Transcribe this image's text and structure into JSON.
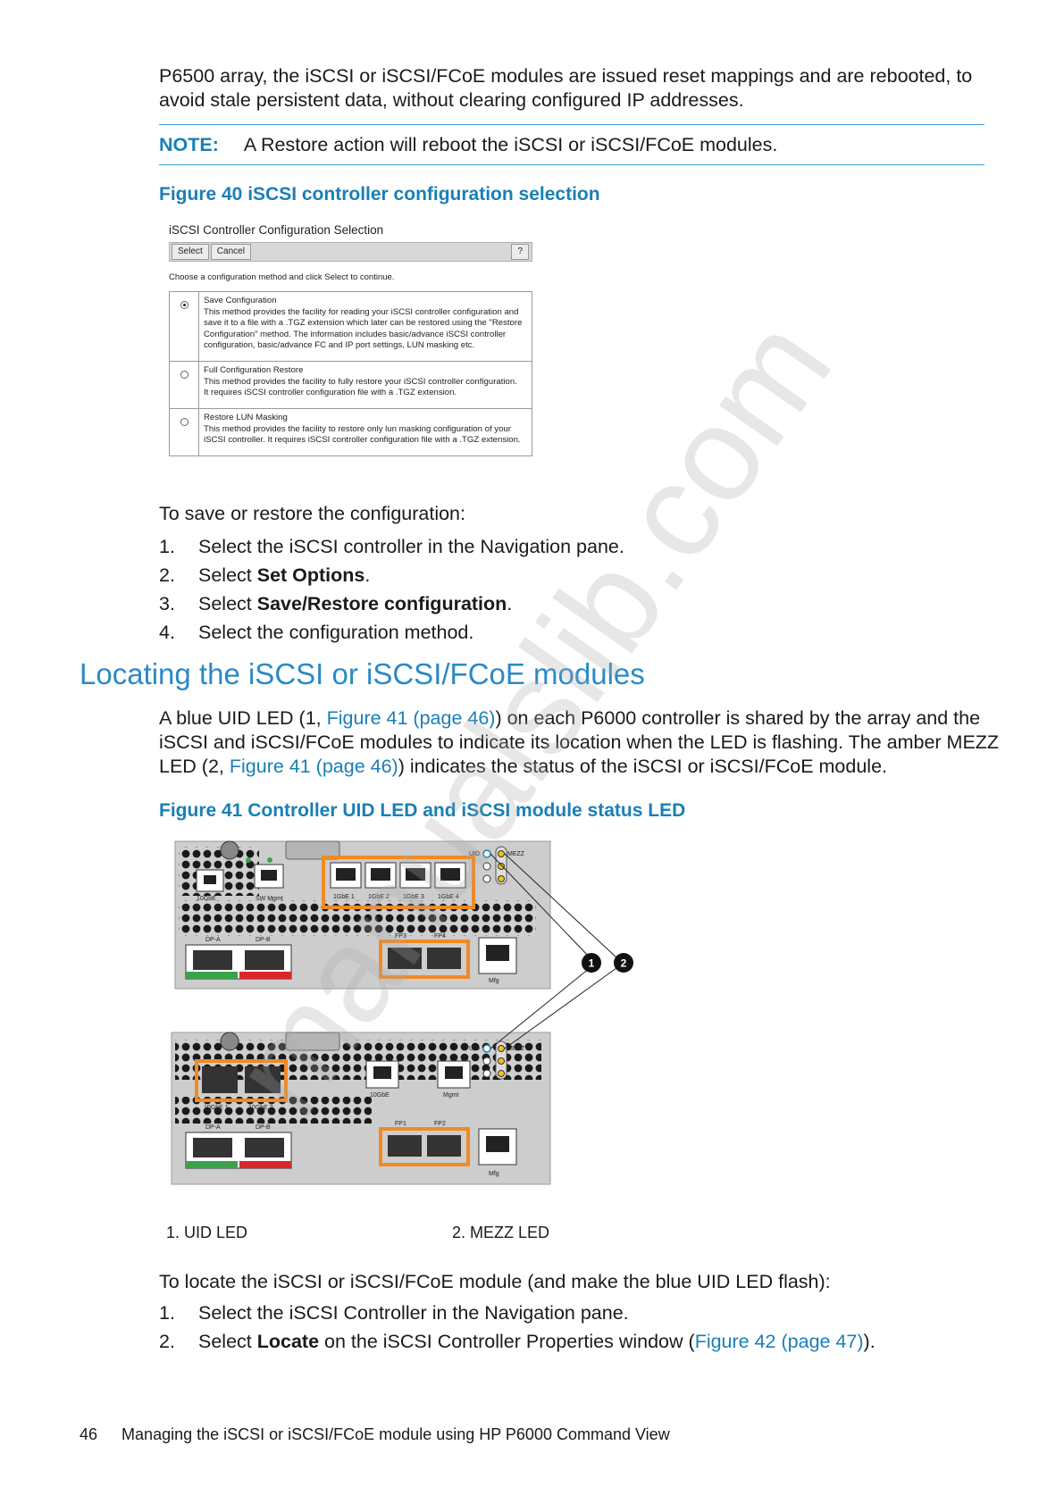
{
  "intro": {
    "line1": "P6500 array, the iSCSI or iSCSI/FCoE modules are issued reset mappings and are rebooted, to",
    "line2": "avoid stale persistent data, without clearing configured IP addresses."
  },
  "note": {
    "label": "NOTE:",
    "text": "A Restore action will reboot the iSCSI or iSCSI/FCoE modules."
  },
  "figure40": {
    "caption": "Figure 40 iSCSI controller configuration selection",
    "dialog": {
      "title": "iSCSI Controller Configuration Selection",
      "buttons": {
        "select": "Select",
        "cancel": "Cancel",
        "help": "?"
      },
      "instruction": "Choose a configuration method and click Select to continue.",
      "options": [
        {
          "selected": true,
          "title": "Save Configuration",
          "lines": [
            "This method provides the facility for reading your iSCSI controller configuration and",
            "save it to a file with a .TGZ extension which later can be restored using the \"Restore",
            "Configuration\" method. The information includes basic/advance iSCSI controller",
            "configuration, basic/advance FC and IP port settings, LUN masking etc."
          ]
        },
        {
          "selected": false,
          "title": "Full Configuration Restore",
          "lines": [
            "This method provides the facility to fully restore your iSCSI controller configuration.",
            "It requires iSCSI controller configuration file with a .TGZ extension."
          ]
        },
        {
          "selected": false,
          "title": "Restore LUN Masking",
          "lines": [
            "This method provides the facility to restore only lun masking configuration of your",
            "iSCSI controller. It requires iSCSI controller configuration file with a .TGZ extension."
          ]
        }
      ]
    }
  },
  "save_restore": {
    "intro": "To save or restore the configuration:",
    "steps": [
      {
        "num": "1.",
        "pre": "Select the iSCSI controller in the Navigation pane.",
        "bold": "",
        "post": ""
      },
      {
        "num": "2.",
        "pre": "Select ",
        "bold": "Set Options",
        "post": "."
      },
      {
        "num": "3.",
        "pre": "Select ",
        "bold": "Save/Restore configuration",
        "post": "."
      },
      {
        "num": "4.",
        "pre": "Select the configuration method.",
        "bold": "",
        "post": ""
      }
    ]
  },
  "section": {
    "heading": "Locating the iSCSI or iSCSI/FCoE modules",
    "p1": {
      "a": "A blue UID LED (1, ",
      "link1": "Figure 41 (page 46)",
      "b": ") on each P6000 controller is shared by the array and the",
      "c": "iSCSI and iSCSI/FCoE modules to indicate its location when the LED is flashing. The amber MEZZ",
      "d": "LED (2, ",
      "link2": "Figure 41 (page 46)",
      "e": ") indicates the status of the iSCSI or iSCSI/FCoE module."
    }
  },
  "figure41": {
    "caption": "Figure 41 Controller UID LED and iSCSI module status LED",
    "callouts": [
      "1",
      "2"
    ],
    "top_module": {
      "labels": [
        "10GbE",
        "SW Mgmt",
        "1GbE 1",
        "1GbE 2",
        "1GbE 3",
        "1GbE 4",
        "DP-A",
        "DP-B",
        "FP3",
        "FP4",
        "Mfg",
        "UID",
        "MEZZ"
      ]
    },
    "bottom_module": {
      "labels": [
        "10GbE 1",
        "10GbE 2",
        "10GbE",
        "Mgmt",
        "DP-A",
        "DP-B",
        "FP1",
        "FP2",
        "Mfg",
        "UID",
        "MEZZ"
      ]
    },
    "legend": [
      "1. UID LED",
      "2. MEZZ LED"
    ]
  },
  "locate": {
    "intro": "To locate the iSCSI or iSCSI/FCoE module (and make the blue UID LED flash):",
    "step1": "Select the iSCSI Controller in the Navigation pane.",
    "step2": {
      "pre": "Select ",
      "bold": "Locate",
      "mid": " on the iSCSI Controller Properties window (",
      "link": "Figure 42 (page 47)",
      "post": ")."
    },
    "nums": [
      "1.",
      "2."
    ]
  },
  "footer": {
    "page": "46",
    "text": "Managing the iSCSI or iSCSI/FCoE module using HP P6000 Command View"
  },
  "watermark": "manualslib.com",
  "colors": {
    "link": "#1a7fb5",
    "heading": "#2a8ac6",
    "rule": "#3a9ad9",
    "orange": "#f08a24",
    "green": "#3aa34a",
    "red": "#d9262b"
  }
}
